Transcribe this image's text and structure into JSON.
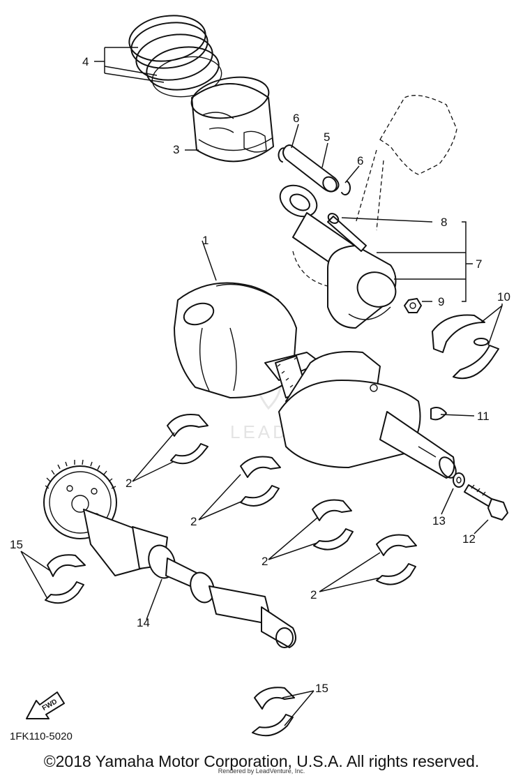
{
  "diagram": {
    "callouts": [
      "1",
      "2",
      "2",
      "2",
      "2",
      "3",
      "4",
      "5",
      "6",
      "6",
      "7",
      "8",
      "9",
      "10",
      "11",
      "12",
      "13",
      "14",
      "15",
      "15"
    ],
    "fwd_label": "FWD",
    "part_code": "1FK110-5020",
    "watermark": "LEADVENTURE"
  },
  "footer": {
    "copyright": "©2018 Yamaha Motor Corporation, U.S.A. All rights reserved.",
    "rendered_by": "Rendered by LeadVenture, Inc."
  }
}
